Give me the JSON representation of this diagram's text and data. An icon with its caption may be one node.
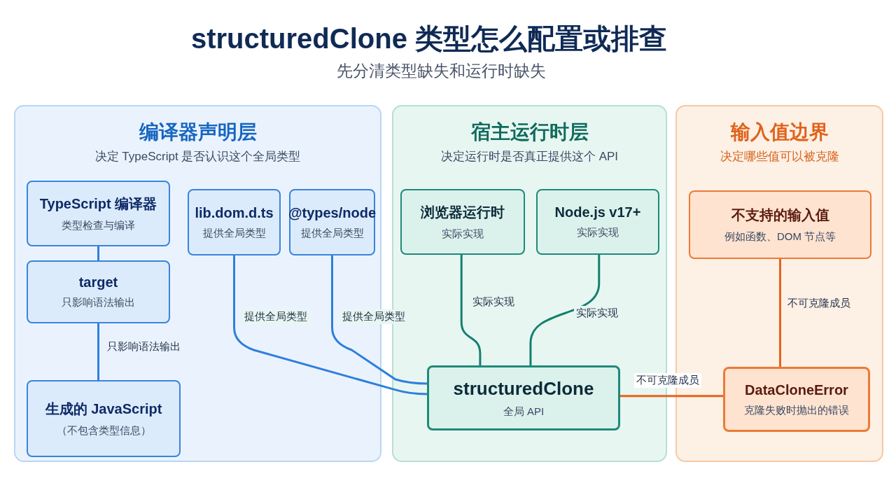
{
  "diagram": {
    "title": "structuredClone 类型怎么配置或排查",
    "nodes": [
      {
        "text": [
          "编译器声明层",
          "决定 TypeScript 是否认识这个全局类型"
        ]
      },
      {
        "text": [
          "TypeScript 编译器",
          "类型检查与编译"
        ],
        "in": 0
      },
      {
        "text": [
          "lib.dom.d.ts",
          "提供全局类型"
        ],
        "in": 0
      },
      {
        "text": [
          "@types/node",
          "提供全局类型"
        ],
        "in": 0
      },
      {
        "text": [
          "target",
          "只影响语法输出"
        ],
        "in": 0
      },
      {
        "text": [
          "生成的 JavaScript",
          "（不包含类型信息）"
        ],
        "in": 0
      },
      {
        "text": [
          "宿主运行时层",
          "决定运行时是否真正提供这个 API"
        ]
      },
      {
        "text": [
          "浏览器运行时",
          "实际实现"
        ],
        "in": 6
      },
      {
        "text": [
          "Node.js v17+",
          "实际实现"
        ],
        "in": 6
      },
      {
        "text": [
          "structuredClone",
          "全局 API"
        ],
        "in": 6
      },
      {
        "text": [
          "输入值边界",
          "决定哪些值可以被克隆"
        ]
      },
      {
        "text": [
          "不支持的输入值",
          "例如函数、DOM 节点等"
        ],
        "in": 10
      },
      {
        "text": [
          "DataCloneError",
          "克隆失败时抛出的错误"
        ],
        "in": 10
      }
    ],
    "edges": [
      {
        "from": 1,
        "to": 4,
        "arrow": "none"
      },
      {
        "from": 4,
        "to": 5,
        "arrow": "none",
        "label": "只影响语法输出"
      },
      {
        "from": 2,
        "to": 9,
        "arrow": "none",
        "label": "提供全局类型"
      },
      {
        "from": 3,
        "to": 9,
        "arrow": "none",
        "label": "提供全局类型"
      },
      {
        "from": 7,
        "to": 9,
        "arrow": "none",
        "label": "实际实现",
        "color": "#14806e"
      },
      {
        "from": 8,
        "to": 9,
        "arrow": "none",
        "label": "实际实现",
        "color": "#14806e"
      },
      {
        "from": 9,
        "to": 12,
        "arrow": "none",
        "label": "不可克隆成员",
        "color": "#e8631c"
      },
      {
        "from": 11,
        "to": 12,
        "arrow": "none",
        "label": "不可克隆成员",
        "color": "#e8631c"
      }
    ],
    "labels": [
      "先分清类型缺失和运行时缺失"
    ]
  }
}
